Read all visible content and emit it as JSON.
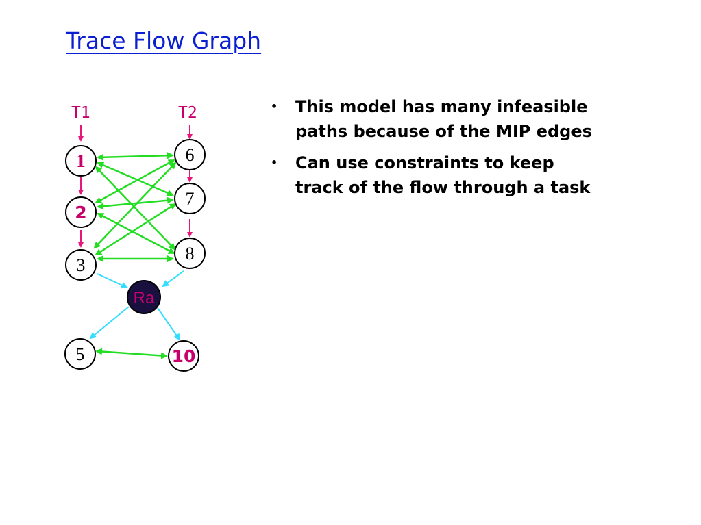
{
  "slide": {
    "title": "Trace Flow Graph",
    "bullets": [
      {
        "lines": [
          "This model has many infeasible",
          "paths because of the MIP edges"
        ]
      },
      {
        "lines": [
          "Can use constraints to keep",
          "track of the flow through a task"
        ]
      }
    ],
    "bullet_marker": "•"
  },
  "diagram": {
    "threads": [
      "T1",
      "T2"
    ],
    "nodes": {
      "n1": "1",
      "n2": "2",
      "n3": "3",
      "n6": "6",
      "n7": "7",
      "n8": "8",
      "ra": "Ra",
      "n5": "5",
      "n10": "10"
    },
    "colors": {
      "thread_edge": "#e8167a",
      "mip_edge": "#22dd22",
      "ra_edge": "#33ddff",
      "label_magenta": "#c8006c",
      "title_blue": "#0a1fd1",
      "ra_fill": "#1a1040"
    }
  }
}
